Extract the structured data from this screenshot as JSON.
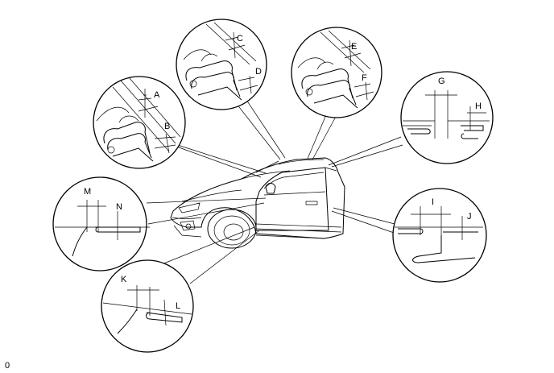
{
  "labels": {
    "A": "A",
    "B": "B",
    "C": "C",
    "D": "D",
    "E": "E",
    "F": "F",
    "G": "G",
    "H": "H",
    "I": "I",
    "J": "J",
    "K": "K",
    "L": "L",
    "M": "M",
    "N": "N"
  },
  "figure_id": "0"
}
